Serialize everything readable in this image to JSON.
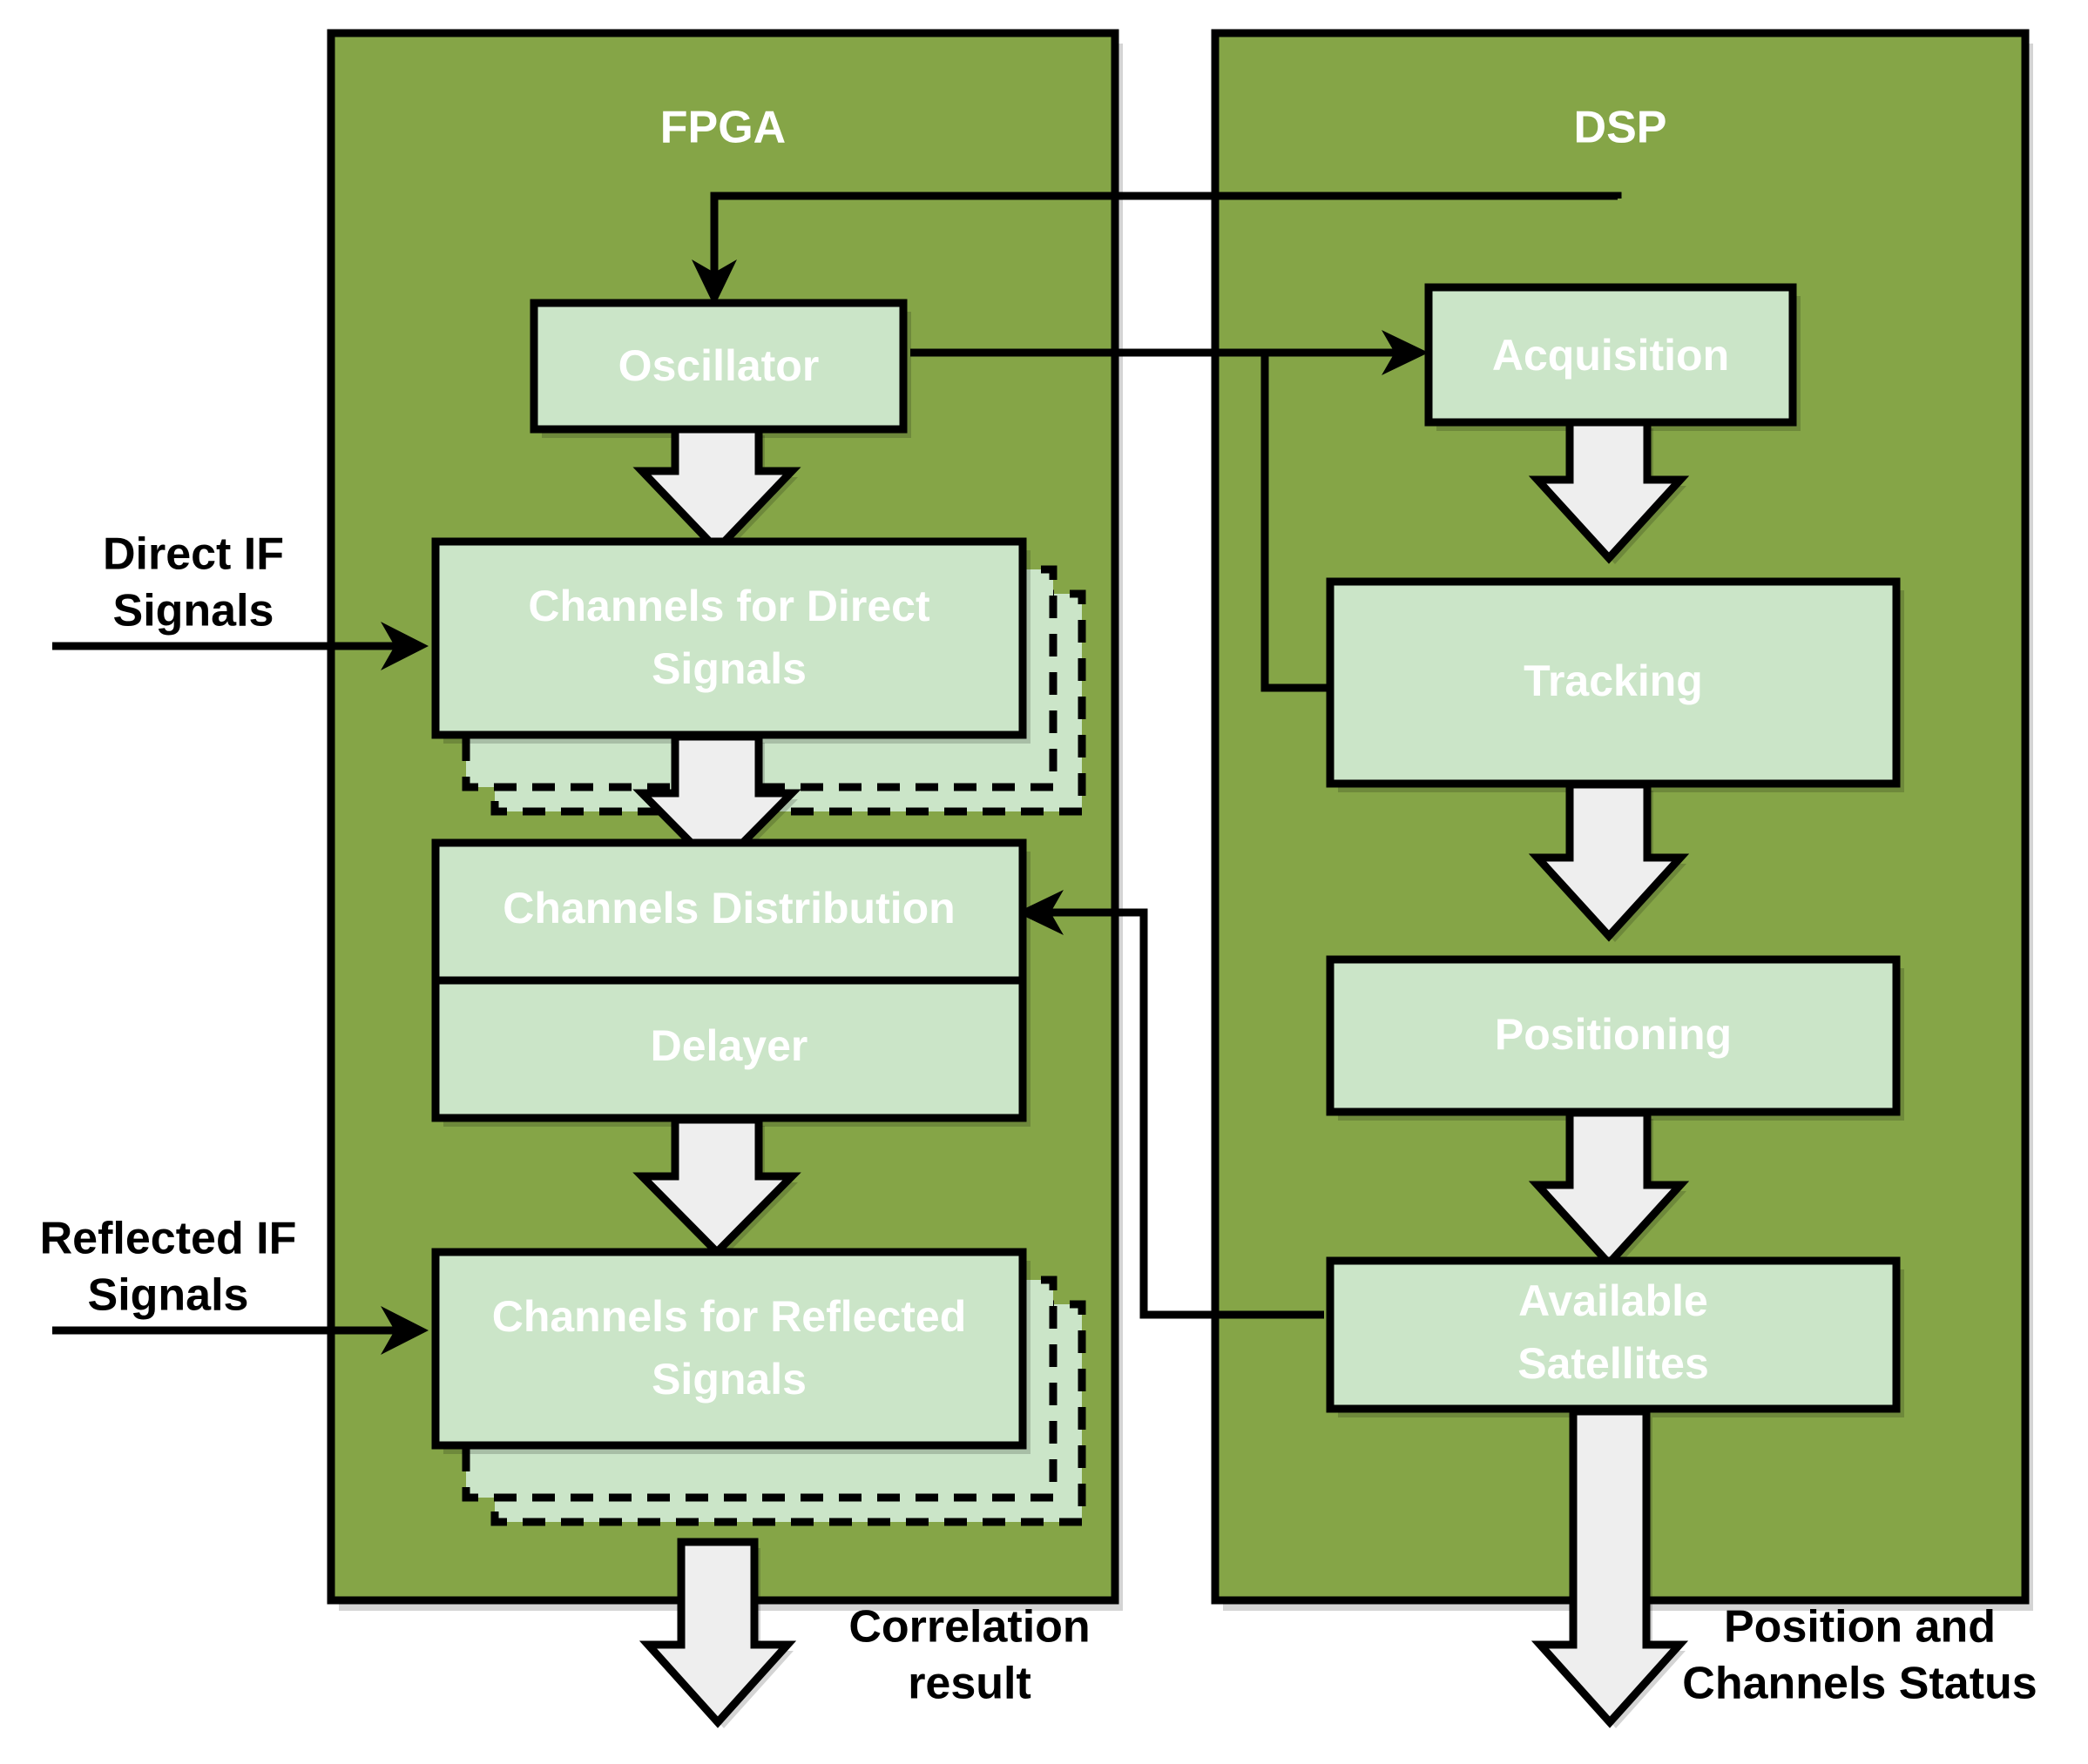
{
  "diagram": {
    "title_fpga": "FPGA",
    "title_dsp": "DSP",
    "colors": {
      "panel_green": "#85a547",
      "node_green": "#cbe5c8",
      "arrow_fill": "#eeeeee",
      "stroke": "#000000",
      "label_white": "#ffffff",
      "label_black": "#000000",
      "background": "#ffffff"
    }
  },
  "fpga": {
    "label": "FPGA",
    "nodes": {
      "oscillator": "Oscillator",
      "channels_direct": "Channels for Direct Signals",
      "channels_direct_line1": "Channels for Direct",
      "channels_direct_line2": "Signals",
      "channels_distribution": "Channels Distribution",
      "delayer": "Delayer",
      "channels_reflected_line1": "Channels for Reflected",
      "channels_reflected_line2": "Signals"
    }
  },
  "dsp": {
    "label": "DSP",
    "nodes": {
      "acquisition": "Acquisition",
      "tracking": "Tracking",
      "positioning": "Positioning",
      "available_satellites_line1": "Available",
      "available_satellites_line2": "Satellites"
    }
  },
  "external_labels": {
    "direct_if_line1": "Direct IF",
    "direct_if_line2": "Signals",
    "reflected_if_line1": "Reflected IF",
    "reflected_if_line2": "Signals",
    "correlation_line1": "Correlation",
    "correlation_line2": "result",
    "position_line1": "Position  and",
    "position_line2": "Channels Status"
  }
}
